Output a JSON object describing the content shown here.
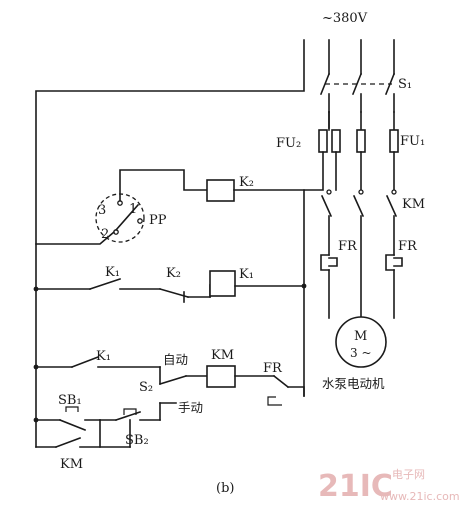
{
  "supply": {
    "voltage": "~380V"
  },
  "labels": {
    "s1": "S₁",
    "fu2": "FU₂",
    "fu1": "FU₁",
    "km_main": "KM",
    "fr_left": "FR",
    "fr_right": "FR",
    "k2_coil": "K₂",
    "pp": "PP",
    "pp_pin3": "3",
    "pp_pin1": "1",
    "pp_pin2": "2",
    "k1_contact": "K₁",
    "k2_contact": "K₂",
    "k1_coil": "K₁",
    "k1_contact_auto": "K₁",
    "auto": "自动",
    "km_coil": "KM",
    "fr_contact": "FR",
    "s2": "S₂",
    "manual": "手动",
    "sb1": "SB₁",
    "sb2": "SB₂",
    "km_holding": "KM",
    "motor_m": "M",
    "motor_phase": "3 ~",
    "motor_caption": "水泵电动机",
    "figure_caption": "(b)"
  },
  "watermark": {
    "brand": "21IC",
    "cn": "电子网",
    "url": "www.21ic.com"
  }
}
